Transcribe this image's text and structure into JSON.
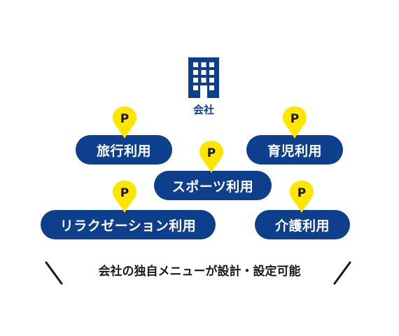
{
  "company": {
    "label": "会社",
    "icon": "office-building-icon"
  },
  "marker": {
    "letter": "P",
    "icon": "point-pin-icon",
    "color": "#ffe600"
  },
  "usages": [
    {
      "label": "旅行利用"
    },
    {
      "label": "育児利用"
    },
    {
      "label": "スポーツ利用"
    },
    {
      "label": "リラクゼーション利用"
    },
    {
      "label": "介護利用"
    }
  ],
  "footer": {
    "text": "会社の独自メニューが設計・設定可能"
  },
  "colors": {
    "primary": "#0d3f8c",
    "accent": "#ffe600",
    "text": "#1a1a1a"
  }
}
